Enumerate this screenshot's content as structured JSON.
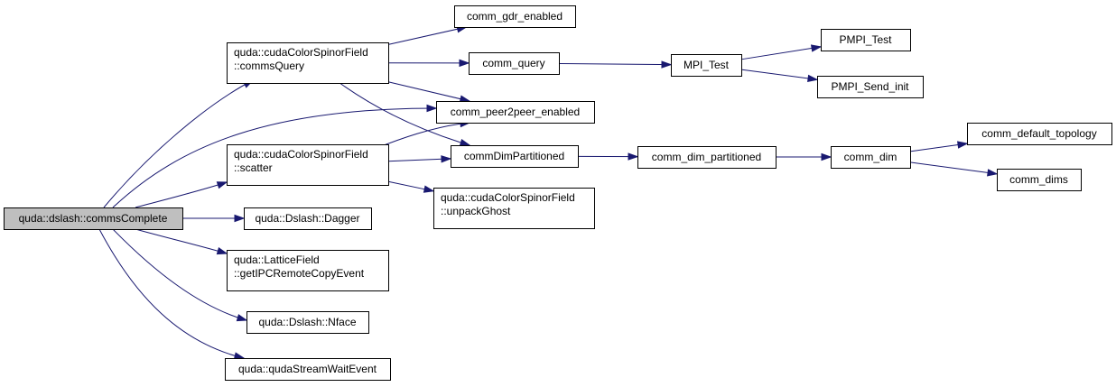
{
  "nodes": {
    "root": {
      "lines": [
        "quda::dslash::commsComplete"
      ]
    },
    "commsQuery": {
      "lines": [
        "quda::cudaColorSpinorField",
        "::commsQuery"
      ]
    },
    "scatter": {
      "lines": [
        "quda::cudaColorSpinorField",
        "::scatter"
      ]
    },
    "dagger": {
      "lines": [
        "quda::Dslash::Dagger"
      ]
    },
    "getIPC": {
      "lines": [
        "quda::LatticeField",
        "::getIPCRemoteCopyEvent"
      ]
    },
    "nface": {
      "lines": [
        "quda::Dslash::Nface"
      ]
    },
    "streamWait": {
      "lines": [
        "quda::qudaStreamWaitEvent"
      ]
    },
    "gdr": {
      "lines": [
        "comm_gdr_enabled"
      ]
    },
    "commQuery": {
      "lines": [
        "comm_query"
      ]
    },
    "peer2peer": {
      "lines": [
        "comm_peer2peer_enabled"
      ]
    },
    "commDimPart": {
      "lines": [
        "commDimPartitioned"
      ]
    },
    "unpackGhost": {
      "lines": [
        "quda::cudaColorSpinorField",
        "::unpackGhost"
      ]
    },
    "mpiTest": {
      "lines": [
        "MPI_Test"
      ]
    },
    "commDimPartLow": {
      "lines": [
        "comm_dim_partitioned"
      ]
    },
    "pmpiTest": {
      "lines": [
        "PMPI_Test"
      ]
    },
    "pmpiSendInit": {
      "lines": [
        "PMPI_Send_init"
      ]
    },
    "commDim": {
      "lines": [
        "comm_dim"
      ]
    },
    "defaultTopology": {
      "lines": [
        "comm_default_topology"
      ]
    },
    "commDims": {
      "lines": [
        "comm_dims"
      ]
    }
  },
  "edges": [
    [
      "root",
      "commsQuery"
    ],
    [
      "root",
      "peer2peer"
    ],
    [
      "root",
      "scatter"
    ],
    [
      "root",
      "dagger"
    ],
    [
      "root",
      "getIPC"
    ],
    [
      "root",
      "nface"
    ],
    [
      "root",
      "streamWait"
    ],
    [
      "commsQuery",
      "gdr"
    ],
    [
      "commsQuery",
      "commQuery"
    ],
    [
      "commsQuery",
      "peer2peer"
    ],
    [
      "commsQuery",
      "commDimPart"
    ],
    [
      "scatter",
      "peer2peer"
    ],
    [
      "scatter",
      "commDimPart"
    ],
    [
      "scatter",
      "unpackGhost"
    ],
    [
      "commQuery",
      "mpiTest"
    ],
    [
      "mpiTest",
      "pmpiTest"
    ],
    [
      "mpiTest",
      "pmpiSendInit"
    ],
    [
      "commDimPart",
      "commDimPartLow"
    ],
    [
      "commDimPartLow",
      "commDim"
    ],
    [
      "commDim",
      "defaultTopology"
    ],
    [
      "commDim",
      "commDims"
    ]
  ],
  "colors": {
    "edge": "#191970",
    "root_fill": "#bfbfbf",
    "node_fill": "#ffffff",
    "node_stroke": "#000000"
  }
}
